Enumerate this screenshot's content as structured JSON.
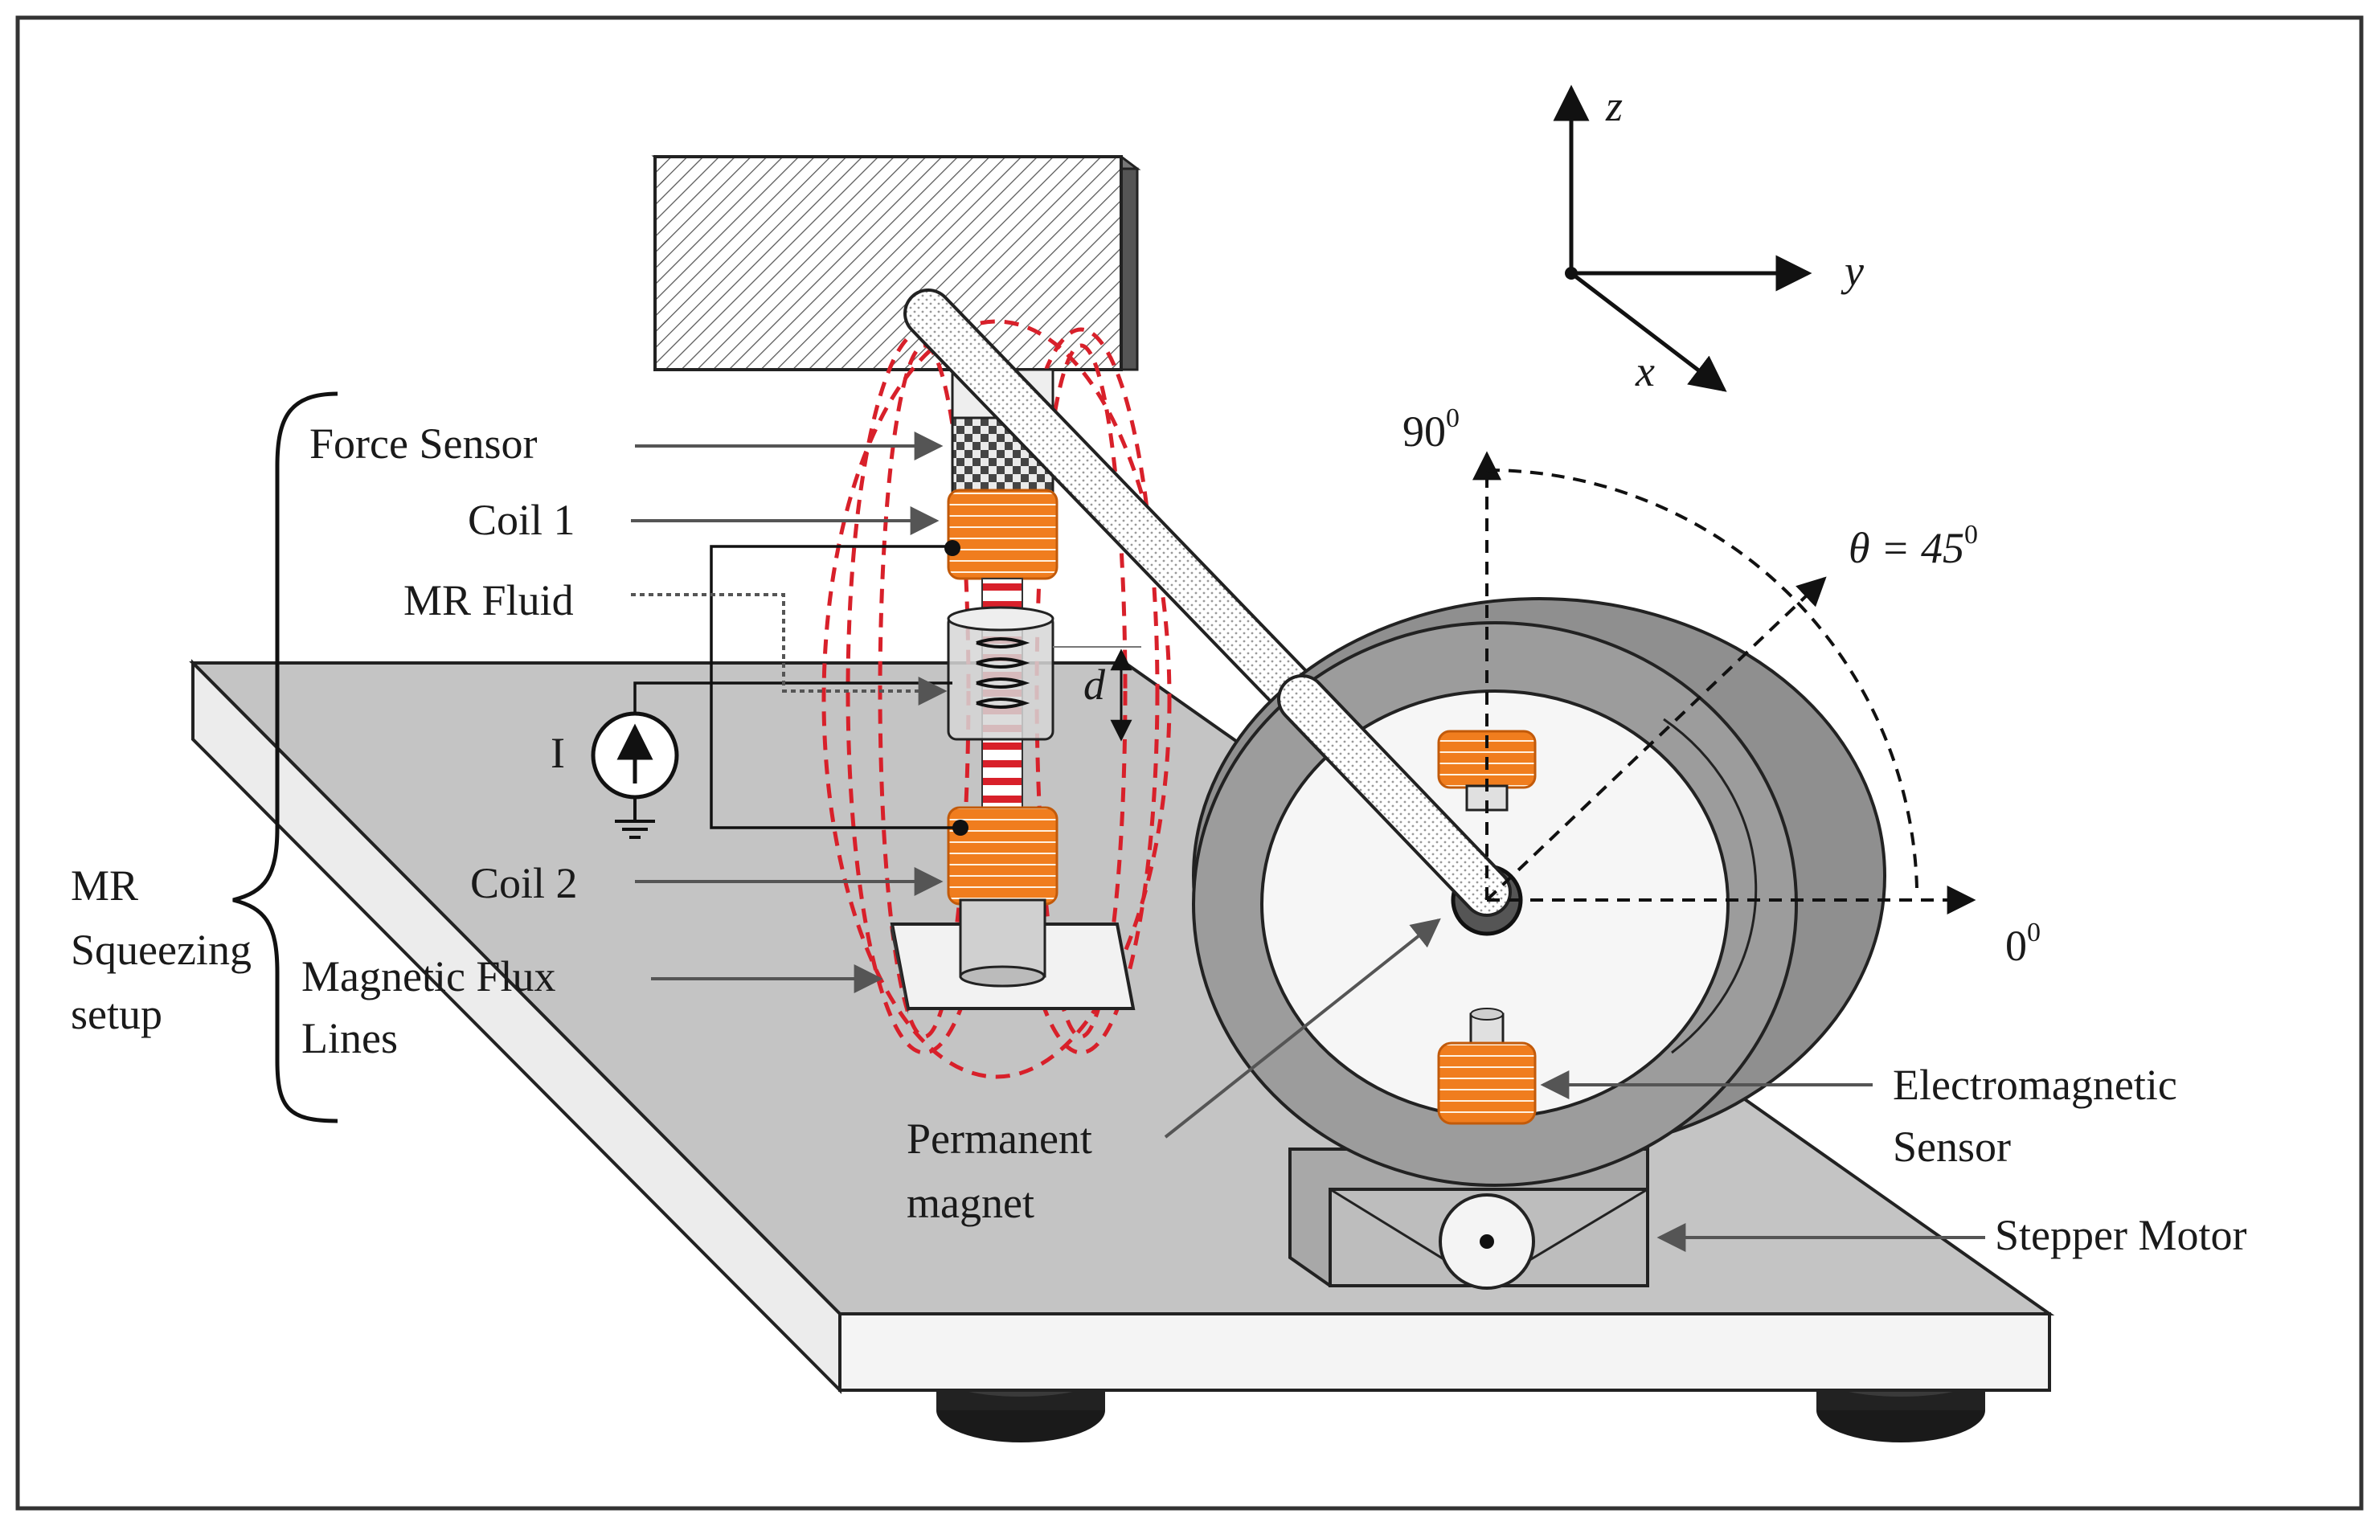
{
  "labels": {
    "force_sensor": "Force Sensor",
    "coil1": "Coil 1",
    "mr_fluid": "MR Fluid",
    "coil2": "Coil 2",
    "magnetic_flux_line1": "Magnetic Flux",
    "magnetic_flux_line2": "Lines",
    "mr_setup_line1": "MR",
    "mr_setup_line2": "Squeezing",
    "mr_setup_line3": "setup",
    "current": "I",
    "gap": "d",
    "permanent_magnet_line1": "Permanent",
    "permanent_magnet_line2": "magnet",
    "em_sensor_line1": "Electromagnetic",
    "em_sensor_line2": "Sensor",
    "stepper_motor": "Stepper Motor"
  },
  "angles": {
    "deg90": "90",
    "deg0": "0",
    "theta": "θ = 45",
    "sup": "0"
  },
  "axes": {
    "x": "x",
    "y": "y",
    "z": "z"
  },
  "colors": {
    "platform_top": "#c4c4c4",
    "platform_side": "#f2f2f2",
    "coil_orange": "#f07d1e",
    "flux_red": "#d8202a",
    "ring_gray": "#9a9a9a"
  }
}
